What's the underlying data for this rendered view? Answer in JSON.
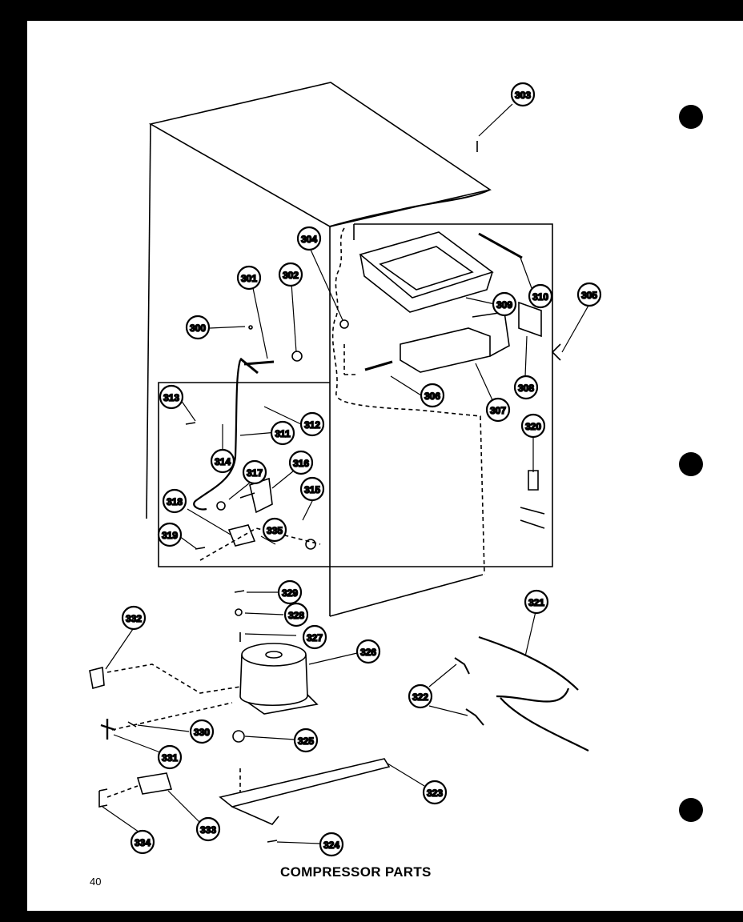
{
  "title": "COMPRESSOR PARTS",
  "page_number": "40",
  "callouts": [
    {
      "label": "300"
    },
    {
      "label": "301"
    },
    {
      "label": "302"
    },
    {
      "label": "303"
    },
    {
      "label": "304"
    },
    {
      "label": "305"
    },
    {
      "label": "306"
    },
    {
      "label": "307"
    },
    {
      "label": "308"
    },
    {
      "label": "309"
    },
    {
      "label": "310"
    },
    {
      "label": "311"
    },
    {
      "label": "312"
    },
    {
      "label": "313"
    },
    {
      "label": "314"
    },
    {
      "label": "315"
    },
    {
      "label": "316"
    },
    {
      "label": "317"
    },
    {
      "label": "318"
    },
    {
      "label": "319"
    },
    {
      "label": "320"
    },
    {
      "label": "321"
    },
    {
      "label": "322"
    },
    {
      "label": "323"
    },
    {
      "label": "324"
    },
    {
      "label": "325"
    },
    {
      "label": "326"
    },
    {
      "label": "327"
    },
    {
      "label": "328"
    },
    {
      "label": "329"
    },
    {
      "label": "330"
    },
    {
      "label": "331"
    },
    {
      "label": "332"
    },
    {
      "label": "333"
    },
    {
      "label": "334"
    },
    {
      "label": "335"
    }
  ]
}
